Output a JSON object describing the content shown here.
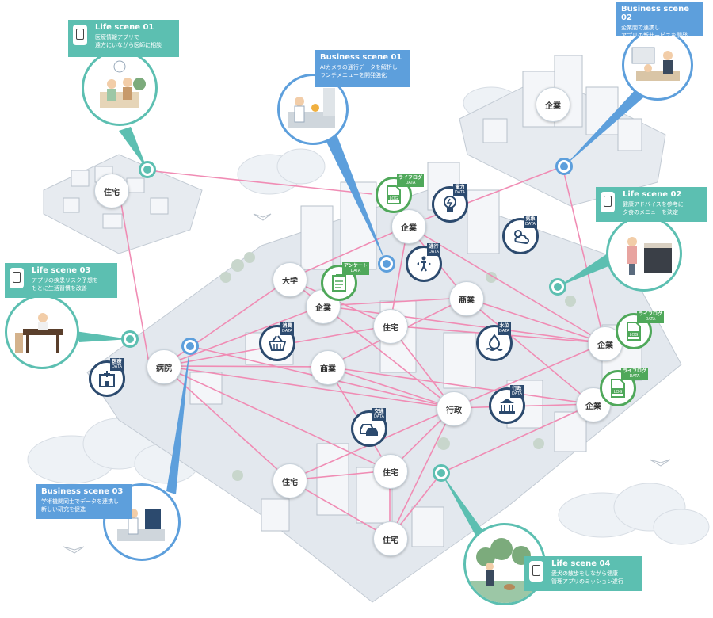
{
  "colors": {
    "life_scene": "#5cbfb1",
    "business_scene": "#5d9fdc",
    "data_icon_navy": "#2c4a6e",
    "data_icon_green": "#4fa85a",
    "connection_line": "#f08cb4"
  },
  "nodes": {
    "jutaku_nw": "住宅",
    "daigaku": "大学",
    "kigyo_center": "企業",
    "kigyo_top": "企業",
    "kigyo_ne": "企業",
    "byoin": "病院",
    "shogyo_center": "商業",
    "jutaku_center": "住宅",
    "shogyo_right": "商業",
    "gyosei": "行政",
    "kigyo_e": "企業",
    "kigyo_se": "企業",
    "jutaku_s1": "住宅",
    "jutaku_s2": "住宅",
    "jutaku_s3": "住宅"
  },
  "data_icons": {
    "lifelog_top": {
      "tag": "ライフログ",
      "sub": "DATA",
      "icon": "log-document-icon",
      "inner": "LOG"
    },
    "denryoku": {
      "tag": "電力",
      "sub": "DATA",
      "icon": "lightbulb-icon"
    },
    "kisho": {
      "tag": "気象",
      "sub": "DATA",
      "icon": "weather-icon"
    },
    "tsuko": {
      "tag": "通行",
      "sub": "DATA",
      "icon": "pedestrian-icon"
    },
    "enquete": {
      "tag": "アンケート",
      "sub": "DATA",
      "icon": "clipboard-icon"
    },
    "shohi": {
      "tag": "消費",
      "sub": "DATA",
      "icon": "shopping-basket-icon"
    },
    "suii": {
      "tag": "水位",
      "sub": "DATA",
      "icon": "water-level-icon"
    },
    "lifelog_right": {
      "tag": "ライフログ",
      "sub": "DATA",
      "icon": "log-document-icon",
      "inner": "LOG"
    },
    "lifelog_right2": {
      "tag": "ライフログ",
      "sub": "DATA",
      "icon": "log-document-icon",
      "inner": "LOG"
    },
    "iryo": {
      "tag": "医療",
      "sub": "DATA",
      "icon": "hospital-icon"
    },
    "gyosei": {
      "tag": "行政",
      "sub": "DATA",
      "icon": "government-building-icon"
    },
    "kotsu": {
      "tag": "交通",
      "sub": "DATA",
      "icon": "cars-icon"
    }
  },
  "callouts": {
    "life01": {
      "title": "Life scene 01",
      "lines": [
        "医療情報アプリで",
        "遠方にいながら医師に相談"
      ]
    },
    "biz01": {
      "title": "Business scene 01",
      "lines": [
        "AIカメラの通行データを解析し",
        "ランチメニューを開発強化"
      ]
    },
    "biz02": {
      "title": "Business scene 02",
      "lines": [
        "企業間で連携し",
        "アプリの新サービスを開発"
      ]
    },
    "life02": {
      "title": "Life scene 02",
      "lines": [
        "健康アドバイスを参考に",
        "夕食のメニューを決定"
      ]
    },
    "life03": {
      "title": "Life scene 03",
      "lines": [
        "アプリの疾患リスク予想を",
        "もとに生活習慣を改善"
      ]
    },
    "biz03": {
      "title": "Business scene 03",
      "lines": [
        "学術機関同士でデータを連携し",
        "新しい研究を促進"
      ]
    },
    "life04": {
      "title": "Life scene 04",
      "lines": [
        "愛犬の散歩をしながら健康",
        "管理アプリのミッション遂行"
      ]
    }
  }
}
